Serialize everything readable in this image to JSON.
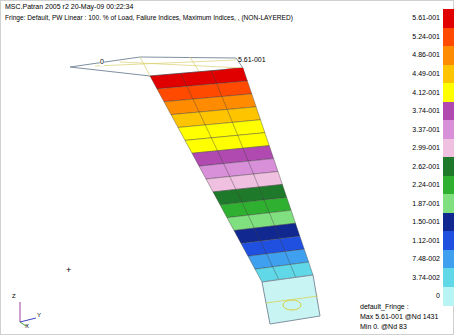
{
  "diagram": {
    "labels": [
      "MSC.Patran 2005 r2 20-May-09 00:22:34",
      "Fringe: Default, PW Linear : 100. % of Load, Failure Indices, Maximum Indices, , (NON-LAYERED)",
      "0",
      "5.61-001",
      "+",
      "Z",
      "Y",
      "X",
      "default_Fringe :",
      "Max 5.61-001 @Nd 1431",
      "Min 0. @Nd 83"
    ],
    "legend": [
      {
        "text": "5.61-001",
        "color": "#e00000"
      },
      {
        "text": "5.24-001",
        "color": "#ff4a00"
      },
      {
        "text": "4.86-001",
        "color": "#ff8c00"
      },
      {
        "text": "4.49-001",
        "color": "#ffc400"
      },
      {
        "text": "4.12-001",
        "color": "#ffff00"
      },
      {
        "text": "3.74-001",
        "color": "#b04ab0"
      },
      {
        "text": "3.37-001",
        "color": "#d890d8"
      },
      {
        "text": "2.99-001",
        "color": "#f0c0e0"
      },
      {
        "text": "2.62-001",
        "color": "#1e7a2a"
      },
      {
        "text": "2.24-001",
        "color": "#30b030"
      },
      {
        "text": "1.87-001",
        "color": "#80e080"
      },
      {
        "text": "1.50-001",
        "color": "#102890"
      },
      {
        "text": "1.12-001",
        "color": "#2050e0"
      },
      {
        "text": "7.48-002",
        "color": "#40a0f0"
      },
      {
        "text": "3.74-002",
        "color": "#60d8e8"
      },
      {
        "text": "0",
        "color": "#b8f4f4"
      }
    ]
  }
}
